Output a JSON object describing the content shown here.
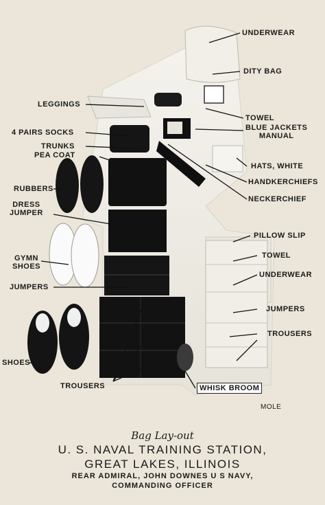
{
  "labels": {
    "underwear_top": "UNDERWEAR",
    "dity_bag": "DITY BAG",
    "leggings": "LEGGINGS",
    "towel_top": "TOWEL",
    "blue_jackets_manual": "BLUE JACKETS\nMANUAL",
    "four_pairs_socks": "4 PAIRS SOCKS",
    "trunks": "TRUNKS",
    "pea_coat": "PEA COAT",
    "hats_white": "HATS, WHITE",
    "handkerchiefs": "HANDKERCHIEFS",
    "rubbers": "RUBBERS",
    "neckerchief": "NECKERCHIEF",
    "dress_jumper": "DRESS\nJUMPER",
    "pillow_slip": "PILLOW SLIP",
    "gymn_shoes": "GYMN\nSHOES",
    "towel_right": "TOWEL",
    "underwear_right": "UNDERWEAR",
    "jumpers_left": "JUMPERS",
    "jumpers_right": "JUMPERS",
    "trousers_right": "TROUSERS",
    "shoes": "SHOES",
    "trousers_bottom": "TROUSERS",
    "whisk_broom": "WHISK BROOM",
    "mole": "MOLE"
  },
  "caption": {
    "script_title": "Bag Lay-out",
    "line1": "U. S. NAVAL TRAINING STATION,",
    "line2": "GREAT LAKES, ILLINOIS",
    "line3": "REAR ADMIRAL, JOHN DOWNES   U S NAVY,",
    "line4": "COMMANDING OFFICER"
  }
}
